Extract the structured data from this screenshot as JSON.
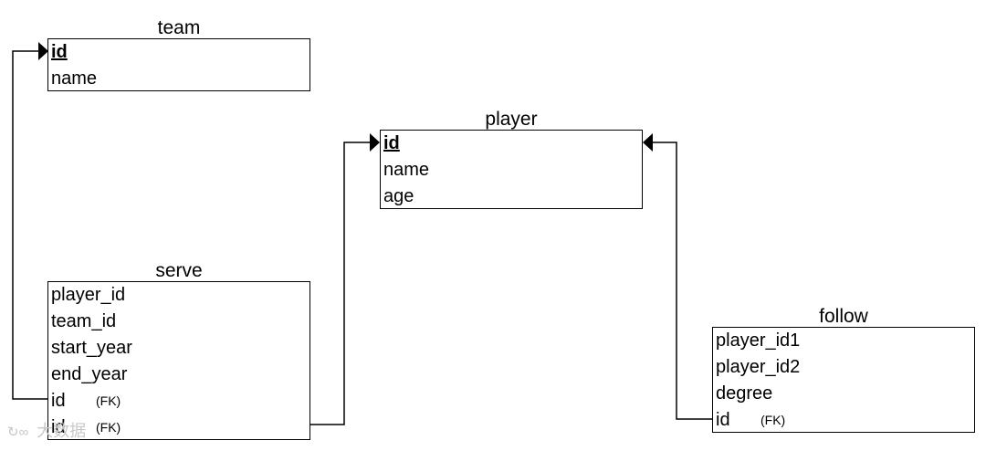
{
  "entities": {
    "team": {
      "title": "team",
      "fields": [
        {
          "name": "id",
          "pk": true,
          "fk": ""
        },
        {
          "name": "name",
          "pk": false,
          "fk": ""
        }
      ]
    },
    "player": {
      "title": "player",
      "fields": [
        {
          "name": "id",
          "pk": true,
          "fk": ""
        },
        {
          "name": "name",
          "pk": false,
          "fk": ""
        },
        {
          "name": "age",
          "pk": false,
          "fk": ""
        }
      ]
    },
    "serve": {
      "title": "serve",
      "fields": [
        {
          "name": "player_id",
          "pk": false,
          "fk": ""
        },
        {
          "name": "team_id",
          "pk": false,
          "fk": ""
        },
        {
          "name": "start_year",
          "pk": false,
          "fk": ""
        },
        {
          "name": "end_year",
          "pk": false,
          "fk": ""
        },
        {
          "name": "id",
          "pk": false,
          "fk": "(FK)"
        },
        {
          "name": "id",
          "pk": false,
          "fk": "(FK)"
        }
      ]
    },
    "follow": {
      "title": "follow",
      "fields": [
        {
          "name": "player_id1",
          "pk": false,
          "fk": ""
        },
        {
          "name": "player_id2",
          "pk": false,
          "fk": ""
        },
        {
          "name": "degree",
          "pk": false,
          "fk": ""
        },
        {
          "name": "id",
          "pk": false,
          "fk": "(FK)"
        }
      ]
    }
  },
  "relationships": [
    {
      "from": "serve.id",
      "to": "team.id"
    },
    {
      "from": "serve.id",
      "to": "player.id"
    },
    {
      "from": "follow.id",
      "to": "player.id"
    }
  ],
  "colors": {
    "line": "#000000",
    "border": "#000000",
    "background": "#ffffff"
  },
  "watermark": {
    "icon": "logo-icon",
    "text": "大数据"
  }
}
